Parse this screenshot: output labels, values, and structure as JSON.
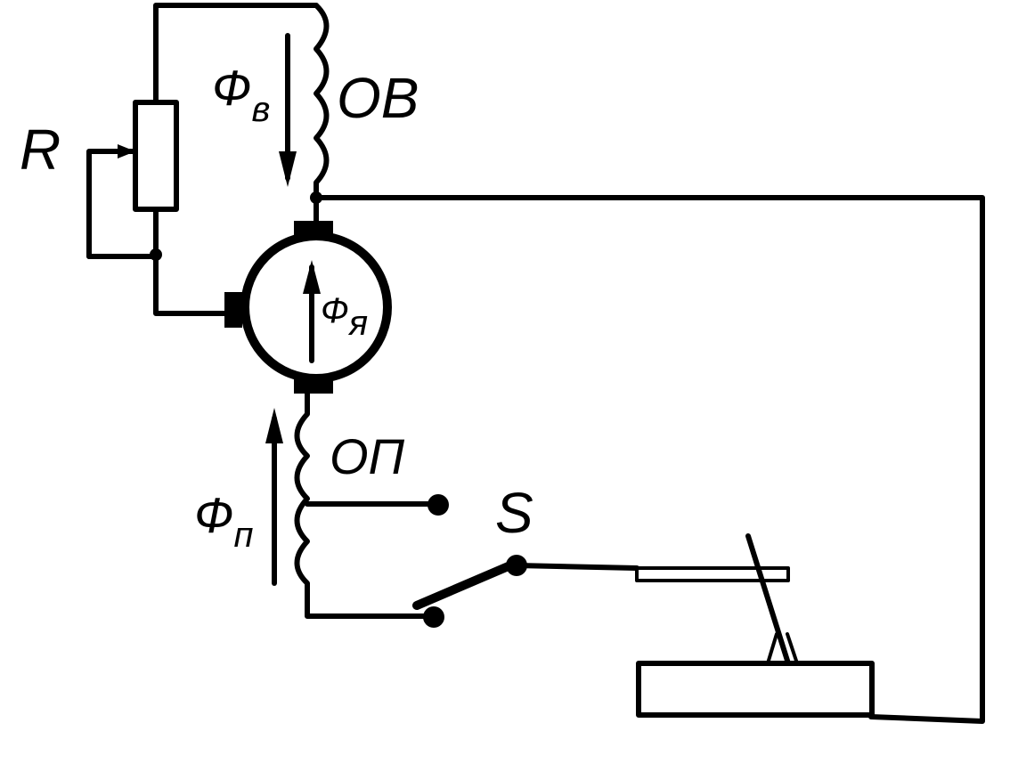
{
  "labels": {
    "resistor": "R",
    "field_winding": "ОВ",
    "field_flux": "Ф",
    "field_flux_sub": "в",
    "armature_flux": "Ф",
    "armature_flux_sub": "я",
    "interpole_winding": "ОП",
    "interpole_flux": "Ф",
    "interpole_flux_sub": "п",
    "switch": "S"
  },
  "colors": {
    "ink": "#000000",
    "paper": "#ffffff"
  }
}
